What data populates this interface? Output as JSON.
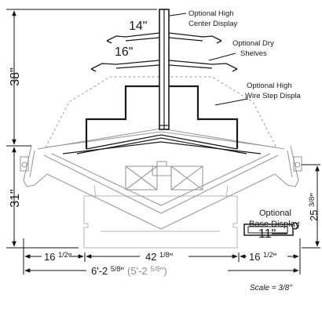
{
  "callouts": {
    "center_display": [
      "Optional High",
      "Center Display"
    ],
    "dry_shelves": [
      "Optional Dry",
      "Shelves"
    ],
    "wire_step": [
      "Optional High",
      "Wire Step Displa"
    ],
    "base_display": [
      "Optional",
      "Base Display"
    ]
  },
  "dims": {
    "shelf_top": "14\"",
    "shelf_bottom": "16\"",
    "h_upper": "38\"",
    "h_lower": "31\"",
    "h_right_whole": "25 ",
    "h_right_frac": "3/8",
    "h_right_unit": "\"",
    "base_width": "11\"",
    "w_left_whole": "16 ",
    "w_left_frac": "1/2",
    "w_left_unit": "\"",
    "w_mid_whole": "42 ",
    "w_mid_frac": "1/8",
    "w_mid_unit": "\"",
    "w_right_whole": "16 ",
    "w_right_frac": "1/2",
    "w_right_unit": "\"",
    "overall_whole": "6'-2 ",
    "overall_frac": "5/8",
    "overall_unit": "\"",
    "alt_whole": "(5'-2 ",
    "alt_frac": "5/8",
    "alt_unit": "\")"
  },
  "scale": "Scale = 3/8\""
}
